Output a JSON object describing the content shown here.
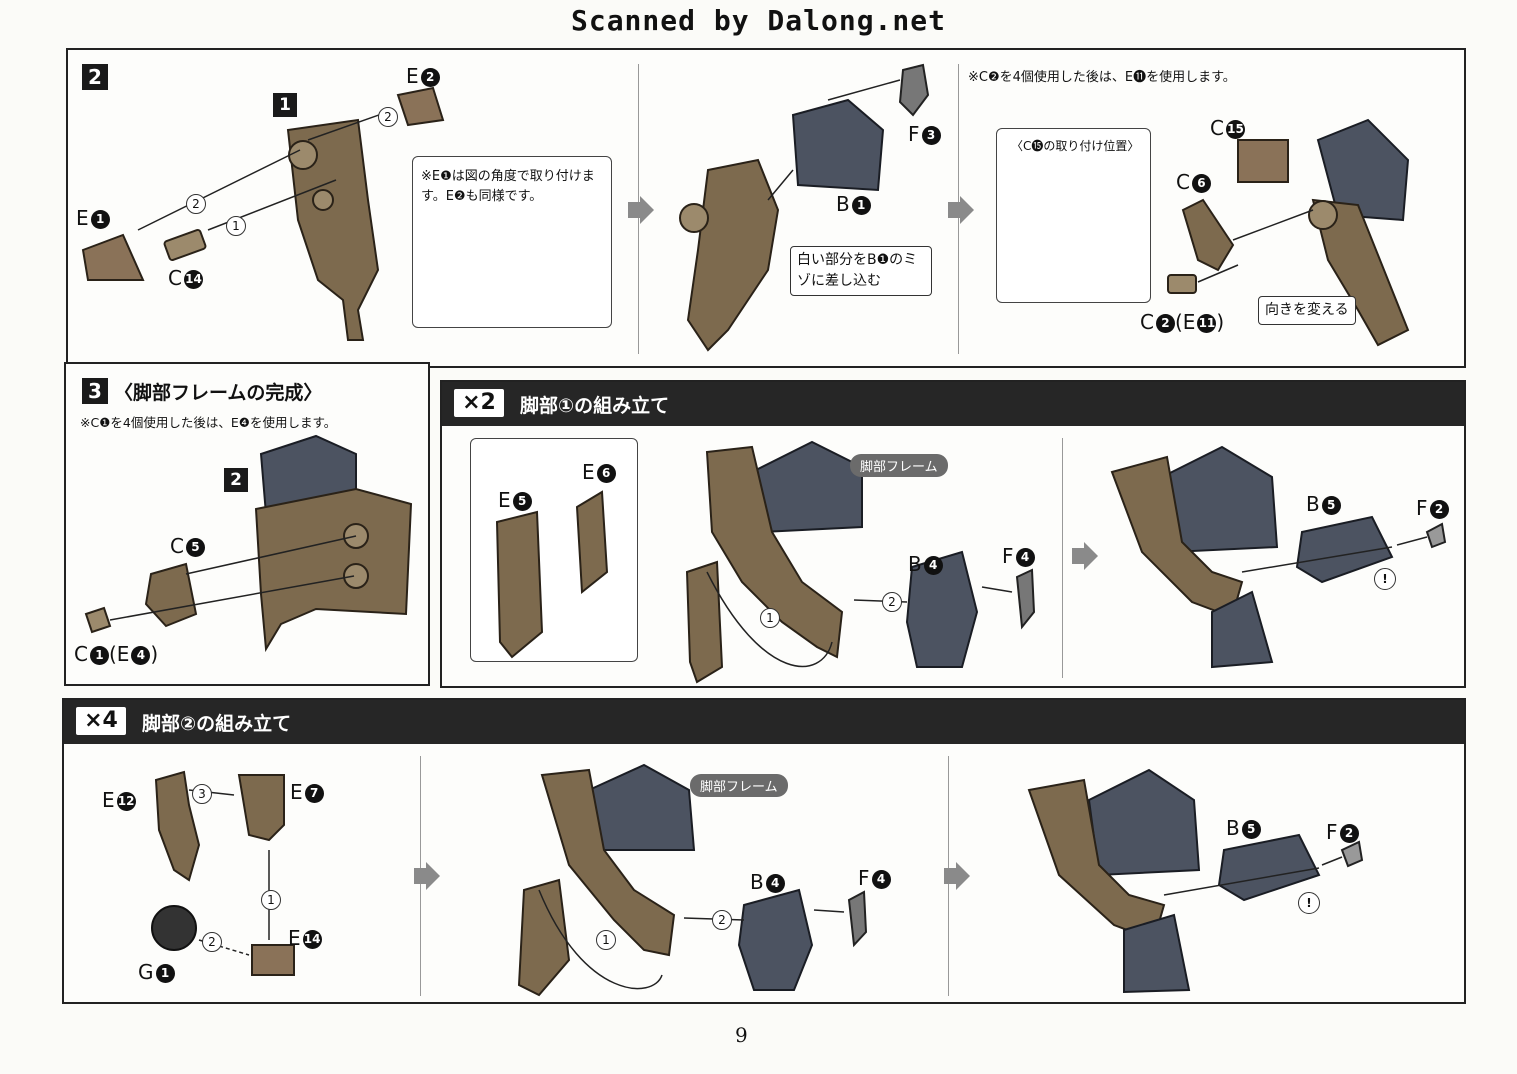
{
  "header": {
    "scan_credit": "Scanned by Dalong.net"
  },
  "step2": {
    "number": "2",
    "sub_ref": "1",
    "note_box": "※E❶は図の角度で取り付けます。E❷も同様です。",
    "callout_white": "白い部分をB❶のミゾに差し込む",
    "note_top": "※C❷を4個使用した後は、E⓫を使用します。",
    "inset_title": "〈C⓯の取り付け位置〉",
    "callout_direction": "向きを変える",
    "labels": {
      "e2": {
        "letter": "E",
        "num": "2"
      },
      "e1": {
        "letter": "E",
        "num": "1"
      },
      "c14": {
        "letter": "C",
        "num": "14"
      },
      "f3": {
        "letter": "F",
        "num": "3"
      },
      "b1": {
        "letter": "B",
        "num": "1"
      },
      "c15": {
        "letter": "C",
        "num": "15"
      },
      "c6": {
        "letter": "C",
        "num": "6"
      },
      "c2": {
        "letter": "C",
        "num": "2"
      },
      "e11": {
        "letter": "E",
        "num": "11"
      }
    }
  },
  "step3": {
    "number": "3",
    "title": "〈脚部フレームの完成〉",
    "note": "※C❶を4個使用した後は、E❹を使用します。",
    "sub_ref": "2",
    "labels": {
      "c5": {
        "letter": "C",
        "num": "5"
      },
      "c1": {
        "letter": "C",
        "num": "1"
      },
      "e4": {
        "letter": "E",
        "num": "4"
      }
    }
  },
  "leg1": {
    "multiplier": "×2",
    "title": "脚部①の組み立て",
    "frame_pill": "脚部フレーム",
    "labels": {
      "e6": {
        "letter": "E",
        "num": "6"
      },
      "e5": {
        "letter": "E",
        "num": "5"
      },
      "b4": {
        "letter": "B",
        "num": "4"
      },
      "f4": {
        "letter": "F",
        "num": "4"
      },
      "b5": {
        "letter": "B",
        "num": "5"
      },
      "f2": {
        "letter": "F",
        "num": "2"
      }
    }
  },
  "leg2": {
    "multiplier": "×4",
    "title": "脚部②の組み立て",
    "frame_pill": "脚部フレーム",
    "labels": {
      "e12": {
        "letter": "E",
        "num": "12"
      },
      "e7": {
        "letter": "E",
        "num": "7"
      },
      "e14": {
        "letter": "E",
        "num": "14"
      },
      "g1": {
        "letter": "G",
        "num": "1"
      },
      "b4": {
        "letter": "B",
        "num": "4"
      },
      "f4": {
        "letter": "F",
        "num": "4"
      },
      "b5": {
        "letter": "B",
        "num": "5"
      },
      "f2": {
        "letter": "F",
        "num": "2"
      }
    }
  },
  "order_marks": {
    "one": "1",
    "two": "2",
    "three": "3"
  },
  "warning_mark": "!",
  "page_number": "9",
  "colors": {
    "frame_brown": "#7d6a4e",
    "armor_gray": "#4c5361",
    "banner_black": "#262626",
    "arrow_gray": "#8a8a8a"
  }
}
